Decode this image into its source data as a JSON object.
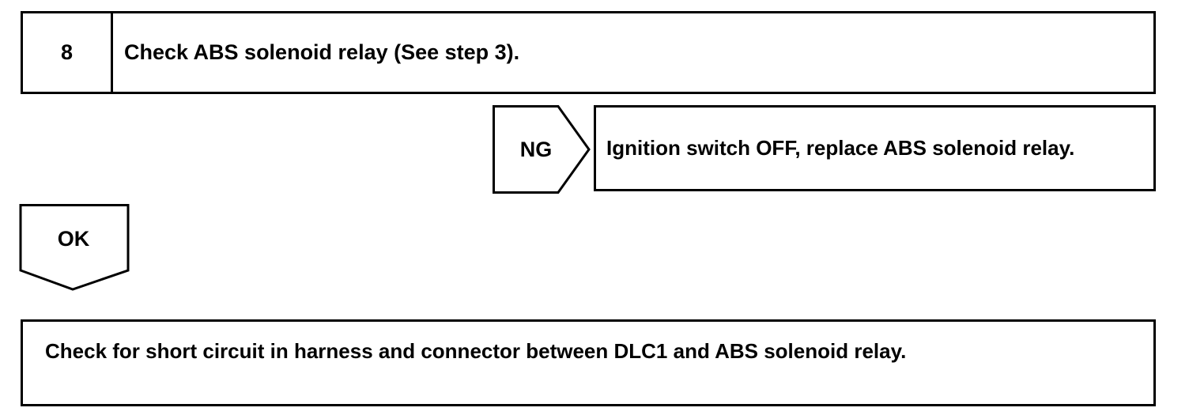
{
  "step": {
    "number": "8",
    "title": "Check ABS solenoid relay (See step 3)."
  },
  "ng_branch": {
    "label": "NG",
    "action": "Ignition switch OFF, replace ABS solenoid relay."
  },
  "ok_branch": {
    "label": "OK"
  },
  "next_step": {
    "text": "Check for short circuit in harness and connector between DLC1 and ABS solenoid relay."
  }
}
